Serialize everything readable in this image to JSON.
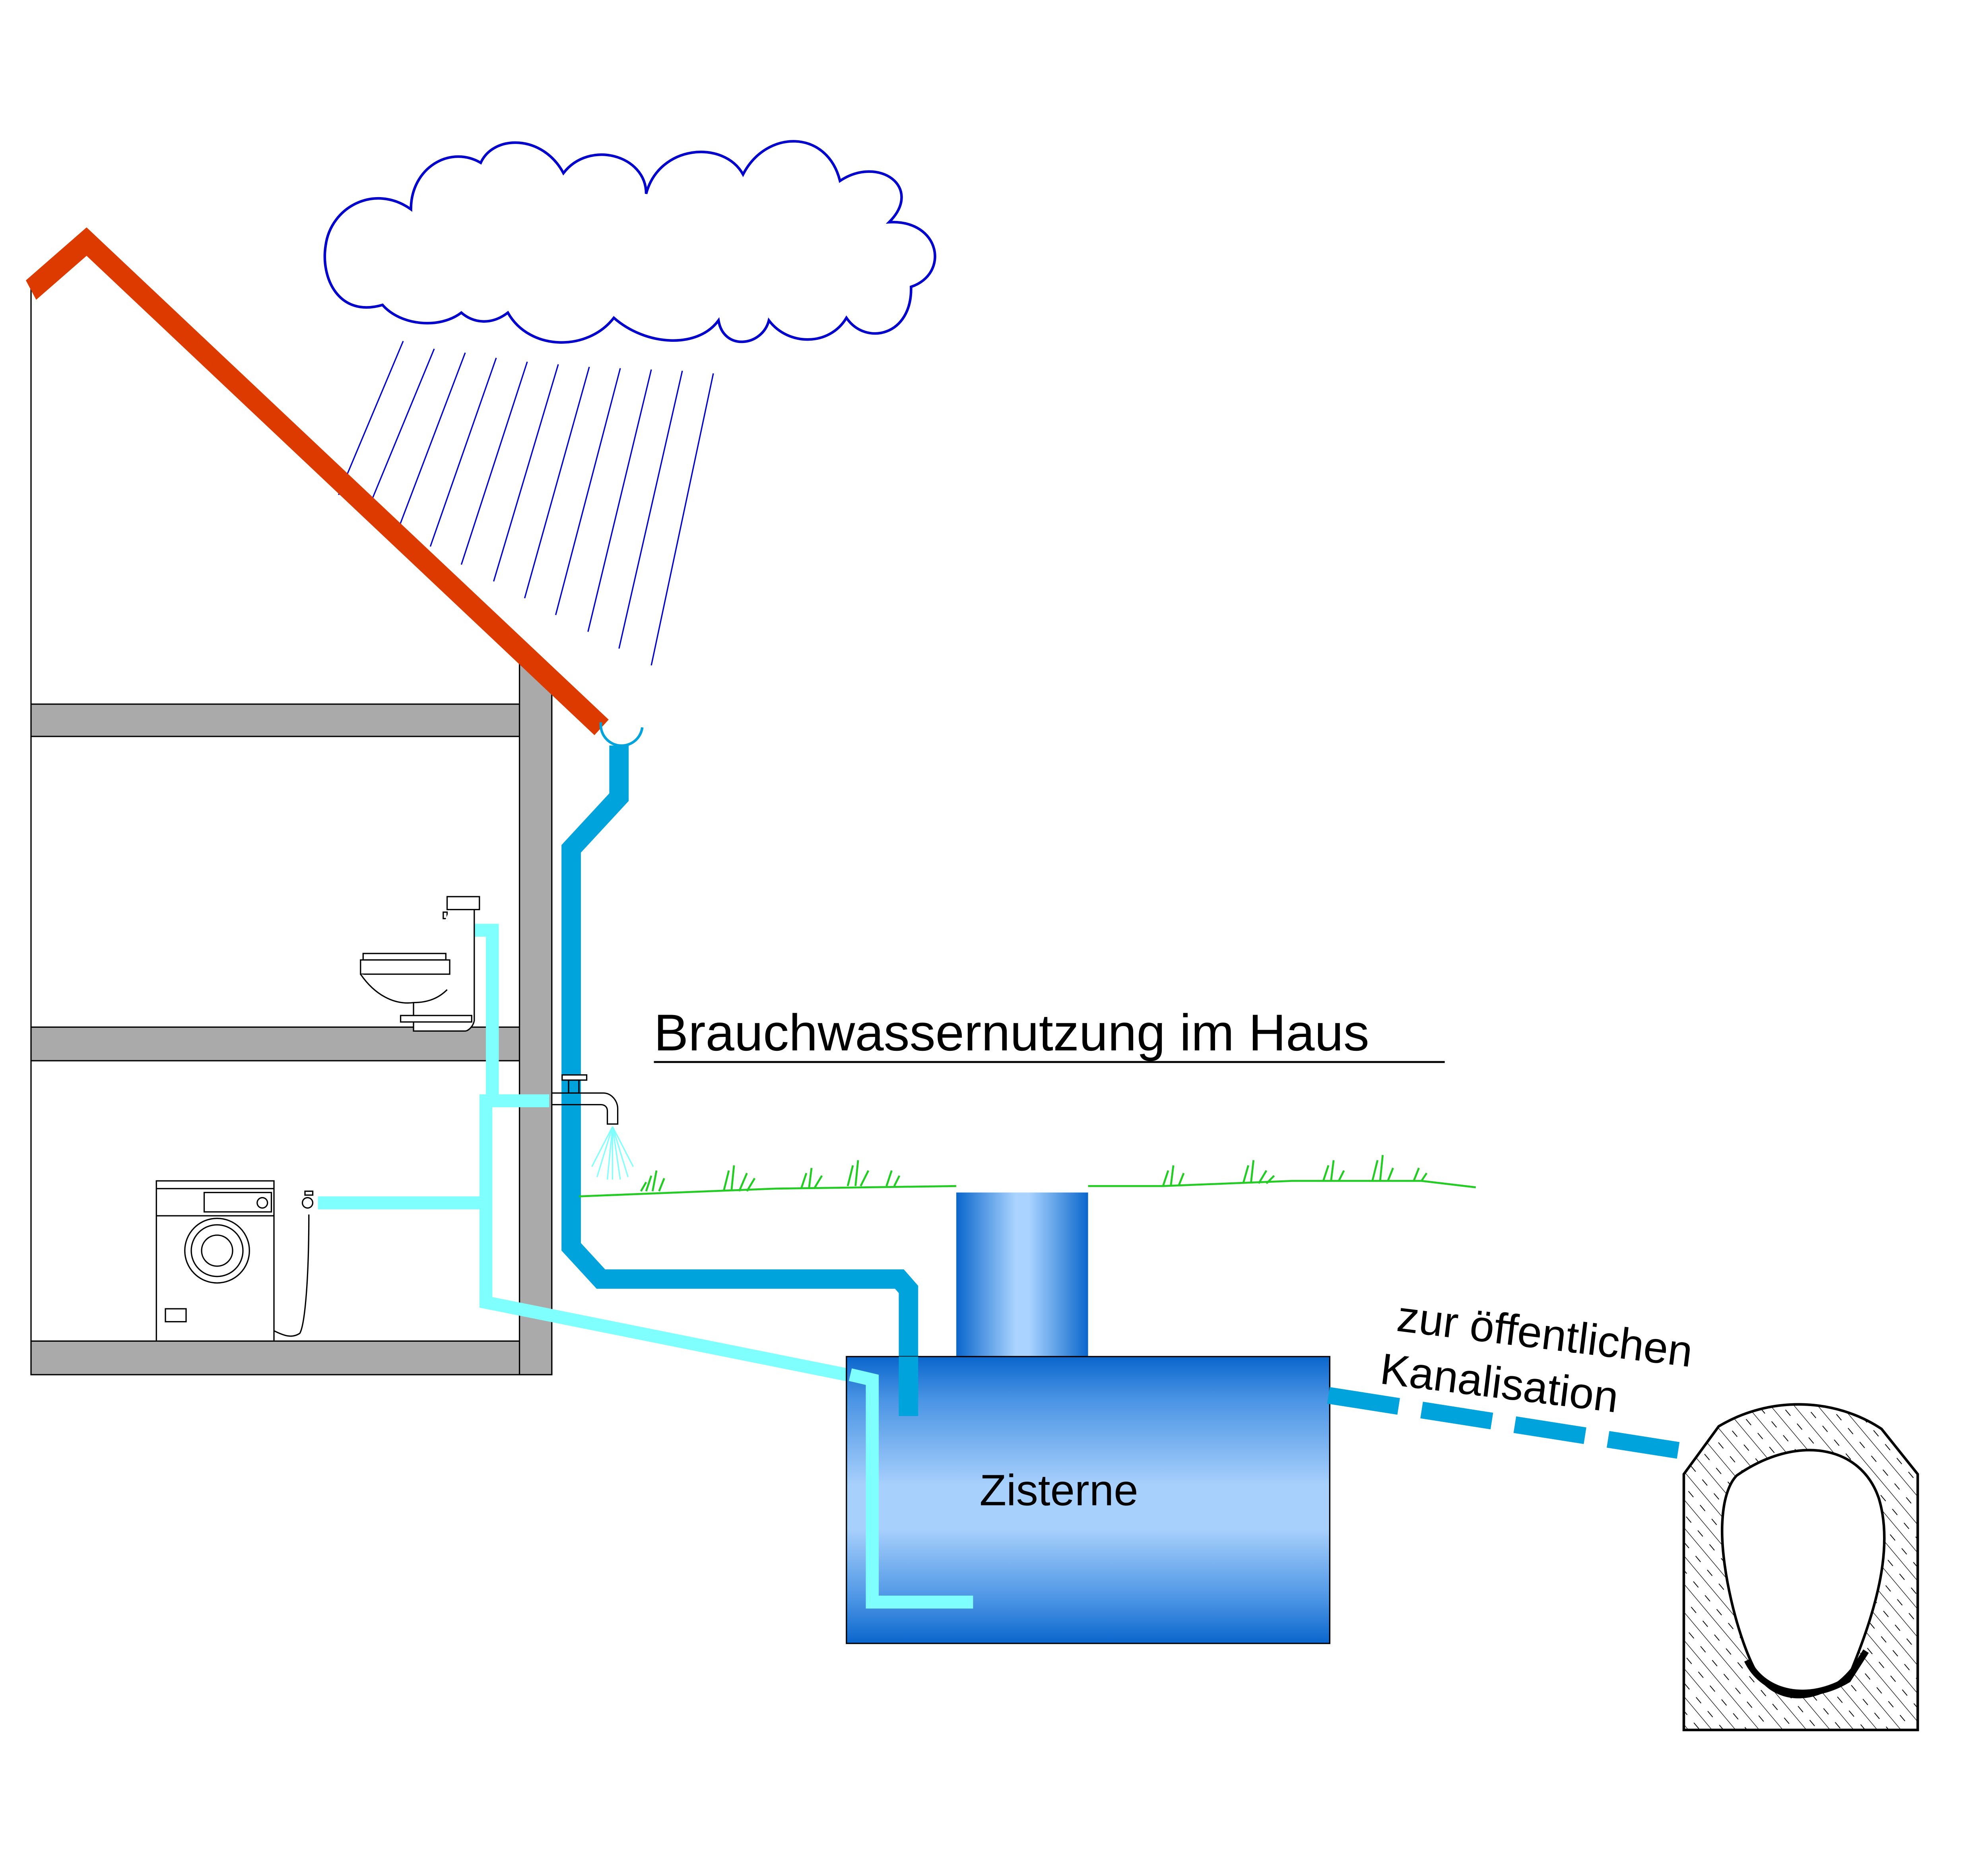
{
  "diagram": {
    "title": "Brauchwassernutzung im Haus",
    "cistern_label": "Zisterne",
    "sewer_label_line1": "zur öffentlichen",
    "sewer_label_line2": "Kanalisation",
    "components": {
      "cloud": "rain-cloud",
      "roof": "pitched-roof",
      "gutter": "rain-gutter",
      "downpipe": "rainwater-downpipe",
      "toilet": "toilet",
      "washing_machine": "washing-machine",
      "garden_tap": "outdoor-tap",
      "cistern": "underground-cistern",
      "overflow": "overflow-pipe-to-sewer",
      "sewer": "egg-shaped-sewer-cross-section",
      "ground": "grass-ground-line"
    },
    "colors": {
      "roof": "#dd3a00",
      "walls": "#aaaaaa",
      "rainwater_pipe": "#00a3dc",
      "service_water_pipe": "#80ffff",
      "cloud_rain": "#0000cc",
      "grass": "#22cc22",
      "cistern_dark": "#0a66cc",
      "cistern_light": "#aad4ff"
    }
  }
}
